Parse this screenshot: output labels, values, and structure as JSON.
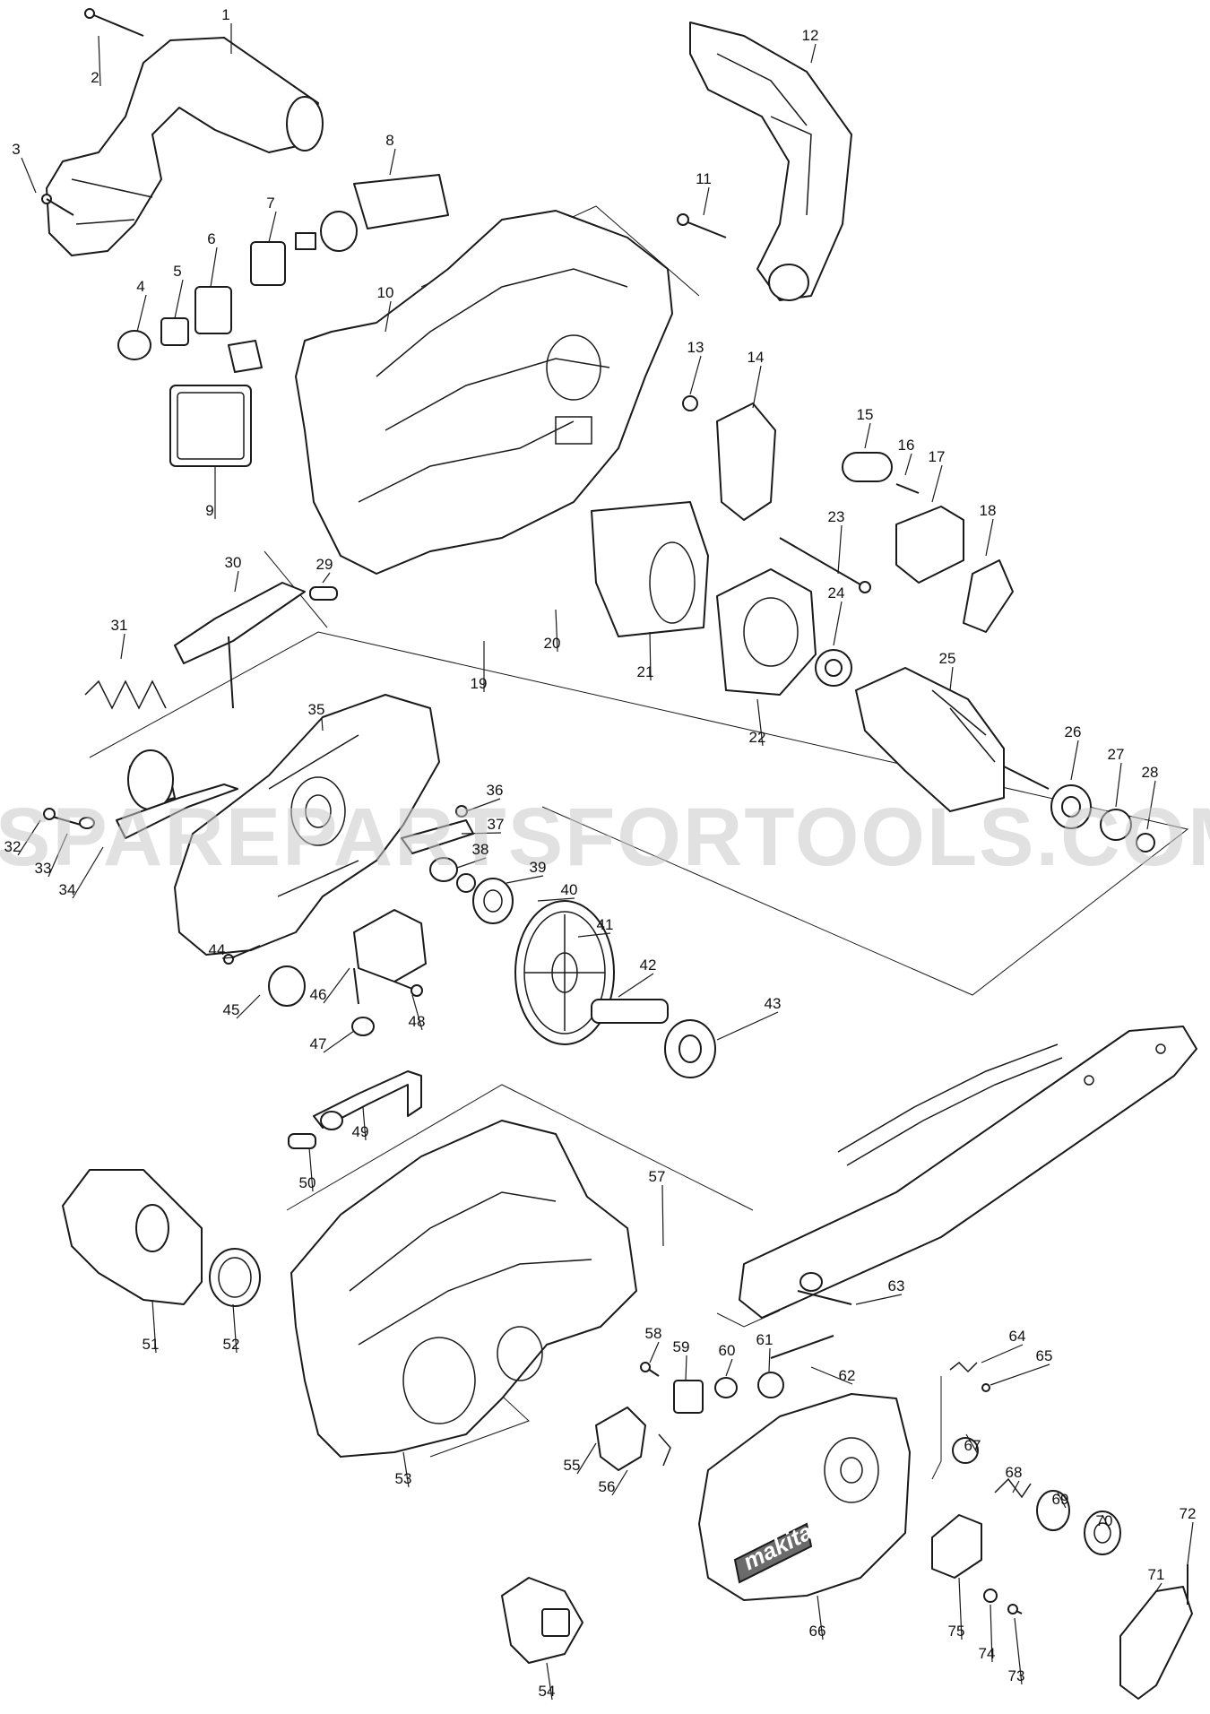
{
  "watermark": "SPAREPARTSFORTOOLS.COM.AU",
  "brand_logo": "makita",
  "colors": {
    "line": "#1a1a1a",
    "watermark": "#c8c8c8",
    "background": "#ffffff"
  },
  "callouts": [
    {
      "id": "1",
      "label": "1"
    },
    {
      "id": "2",
      "label": "2"
    },
    {
      "id": "3",
      "label": "3"
    },
    {
      "id": "4",
      "label": "4"
    },
    {
      "id": "5",
      "label": "5"
    },
    {
      "id": "6",
      "label": "6"
    },
    {
      "id": "7",
      "label": "7"
    },
    {
      "id": "8",
      "label": "8"
    },
    {
      "id": "9",
      "label": "9"
    },
    {
      "id": "10",
      "label": "10"
    },
    {
      "id": "11",
      "label": "11"
    },
    {
      "id": "12",
      "label": "12"
    },
    {
      "id": "13",
      "label": "13"
    },
    {
      "id": "14",
      "label": "14"
    },
    {
      "id": "15",
      "label": "15"
    },
    {
      "id": "16",
      "label": "16"
    },
    {
      "id": "17",
      "label": "17"
    },
    {
      "id": "18",
      "label": "18"
    },
    {
      "id": "19",
      "label": "19"
    },
    {
      "id": "20",
      "label": "20"
    },
    {
      "id": "21",
      "label": "21"
    },
    {
      "id": "22",
      "label": "22"
    },
    {
      "id": "23",
      "label": "23"
    },
    {
      "id": "24",
      "label": "24"
    },
    {
      "id": "25",
      "label": "25"
    },
    {
      "id": "26",
      "label": "26"
    },
    {
      "id": "27",
      "label": "27"
    },
    {
      "id": "28",
      "label": "28"
    },
    {
      "id": "29",
      "label": "29"
    },
    {
      "id": "30",
      "label": "30"
    },
    {
      "id": "31",
      "label": "31"
    },
    {
      "id": "32",
      "label": "32"
    },
    {
      "id": "33",
      "label": "33"
    },
    {
      "id": "34",
      "label": "34"
    },
    {
      "id": "35",
      "label": "35"
    },
    {
      "id": "36",
      "label": "36"
    },
    {
      "id": "37",
      "label": "37"
    },
    {
      "id": "38",
      "label": "38"
    },
    {
      "id": "39",
      "label": "39"
    },
    {
      "id": "40",
      "label": "40"
    },
    {
      "id": "41",
      "label": "41"
    },
    {
      "id": "42",
      "label": "42"
    },
    {
      "id": "43",
      "label": "43"
    },
    {
      "id": "44",
      "label": "44"
    },
    {
      "id": "45",
      "label": "45"
    },
    {
      "id": "46",
      "label": "46"
    },
    {
      "id": "47",
      "label": "47"
    },
    {
      "id": "48",
      "label": "48"
    },
    {
      "id": "49",
      "label": "49"
    },
    {
      "id": "50",
      "label": "50"
    },
    {
      "id": "51",
      "label": "51"
    },
    {
      "id": "52",
      "label": "52"
    },
    {
      "id": "53",
      "label": "53"
    },
    {
      "id": "54",
      "label": "54"
    },
    {
      "id": "55",
      "label": "55"
    },
    {
      "id": "56",
      "label": "56"
    },
    {
      "id": "57",
      "label": "57"
    },
    {
      "id": "58",
      "label": "58"
    },
    {
      "id": "59",
      "label": "59"
    },
    {
      "id": "60",
      "label": "60"
    },
    {
      "id": "61",
      "label": "61"
    },
    {
      "id": "62",
      "label": "62"
    },
    {
      "id": "63",
      "label": "63"
    },
    {
      "id": "64",
      "label": "64"
    },
    {
      "id": "65",
      "label": "65"
    },
    {
      "id": "66",
      "label": "66"
    },
    {
      "id": "67",
      "label": "67"
    },
    {
      "id": "68",
      "label": "68"
    },
    {
      "id": "69",
      "label": "69"
    },
    {
      "id": "70",
      "label": "70"
    },
    {
      "id": "71",
      "label": "71"
    },
    {
      "id": "72",
      "label": "72"
    },
    {
      "id": "73",
      "label": "73"
    },
    {
      "id": "74",
      "label": "74"
    },
    {
      "id": "75",
      "label": "75"
    }
  ]
}
